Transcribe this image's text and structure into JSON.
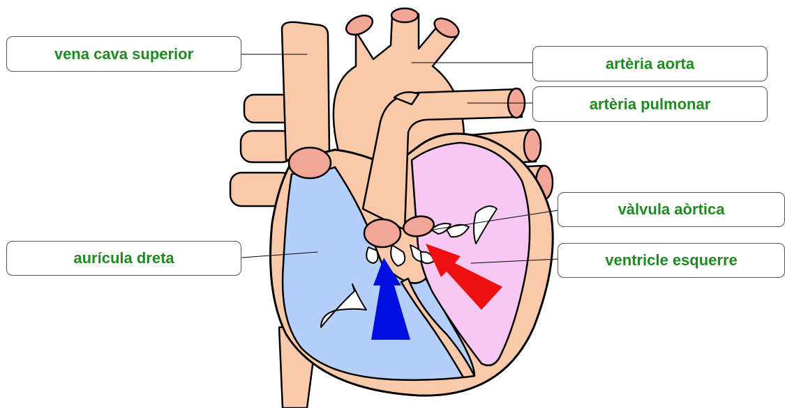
{
  "colors": {
    "label_text": "#1f8a1f",
    "tissue": "#f9c9aa",
    "vessel_opening": "#f3a598",
    "right_chamber": "#b6cffa",
    "left_chamber": "#f7c8f4",
    "deoxygenated_arrow": "#0010e0",
    "oxygenated_arrow": "#ee1010",
    "outline": "#000000",
    "valve": "#ffffff"
  },
  "labels": [
    {
      "id": "vena-cava-superior",
      "text": "vena cava superior"
    },
    {
      "id": "arteria-aorta",
      "text": "artèria aorta"
    },
    {
      "id": "arteria-pulmonar",
      "text": "artèria pulmonar"
    },
    {
      "id": "valvula-aortica",
      "text": "vàlvula aòrtica"
    },
    {
      "id": "auricula-dreta",
      "text": "aurícula dreta"
    },
    {
      "id": "ventricle-esquerre",
      "text": "ventricle esquerre"
    }
  ]
}
